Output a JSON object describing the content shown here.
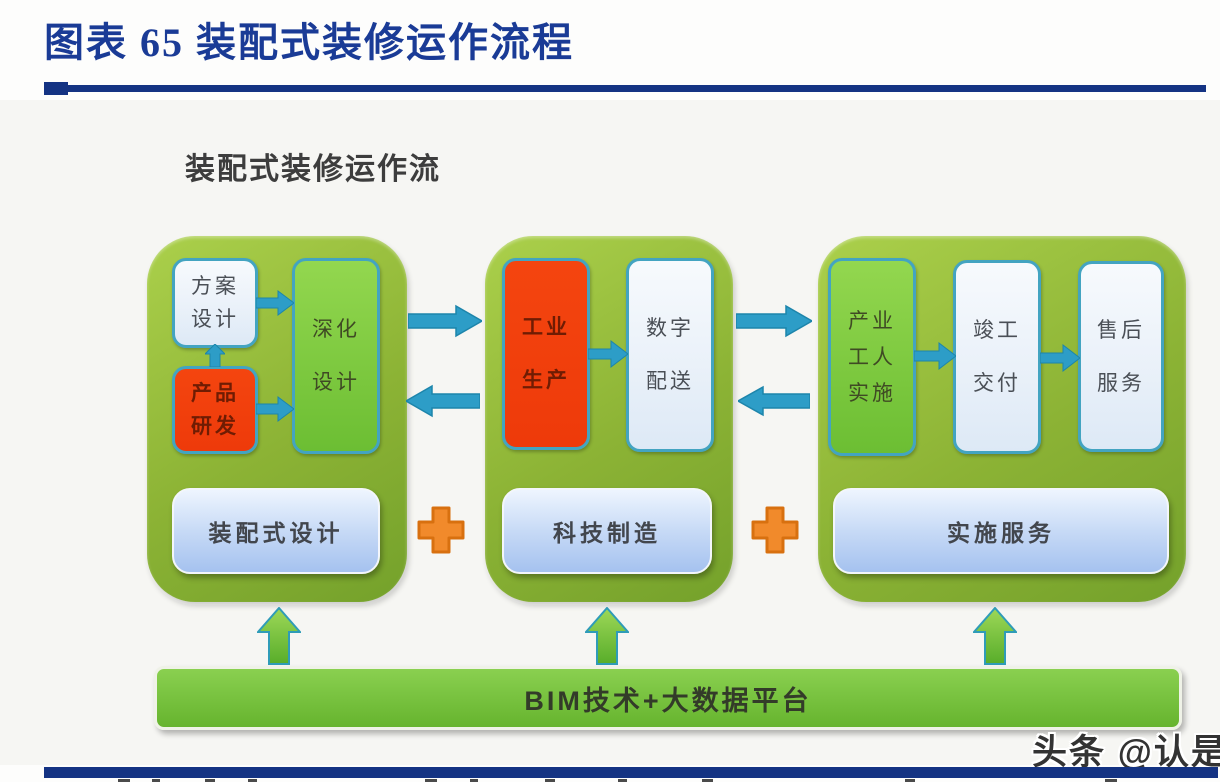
{
  "page": {
    "title": "图表 65 装配式装修运作流程",
    "watermark": "头条 @认是"
  },
  "diagram": {
    "title": "装配式装修运作流",
    "stages": [
      {
        "name": "design-stage",
        "nodes": [
          {
            "label": "方案设计",
            "lines": [
              "方案",
              "设计"
            ],
            "style": "light"
          },
          {
            "label": "产品研发",
            "lines": [
              "产品",
              "研发"
            ],
            "style": "red"
          },
          {
            "label": "深化设计",
            "lines": [
              "深化",
              "设计"
            ],
            "style": "green"
          }
        ],
        "pill": "装配式设计"
      },
      {
        "name": "manufacturing-stage",
        "nodes": [
          {
            "label": "工业生产",
            "lines": [
              "工业",
              "生产"
            ],
            "style": "red"
          },
          {
            "label": "数字配送",
            "lines": [
              "数字",
              "配送"
            ],
            "style": "light"
          }
        ],
        "pill": "科技制造"
      },
      {
        "name": "service-stage",
        "nodes": [
          {
            "label": "产业工人实施",
            "lines": [
              "产业",
              "工人",
              "实施"
            ],
            "style": "green"
          },
          {
            "label": "竣工交付",
            "lines": [
              "竣工",
              "交付"
            ],
            "style": "light"
          },
          {
            "label": "售后服务",
            "lines": [
              "售后",
              "服务"
            ],
            "style": "light"
          }
        ],
        "pill": "实施服务"
      }
    ],
    "platform": "BIM技术+大数据平台"
  },
  "icons": {
    "plus": "+",
    "arrow_right": "→",
    "arrow_left": "←",
    "arrow_up": "↑"
  },
  "colors": {
    "title_navy": "#1a3b96",
    "rule_navy": "#143383",
    "container_green": "#8cb335",
    "node_green": "#7cc93e",
    "node_red": "#f2400d",
    "node_light_blue": "#eaf1f9",
    "pill_blue": "#b9d0f2",
    "arrow_blue": "#2d9dc7",
    "arrow_border_teal": "#2f9cb8",
    "plus_orange": "#f18a2b",
    "platform_green": "#77c43c"
  }
}
